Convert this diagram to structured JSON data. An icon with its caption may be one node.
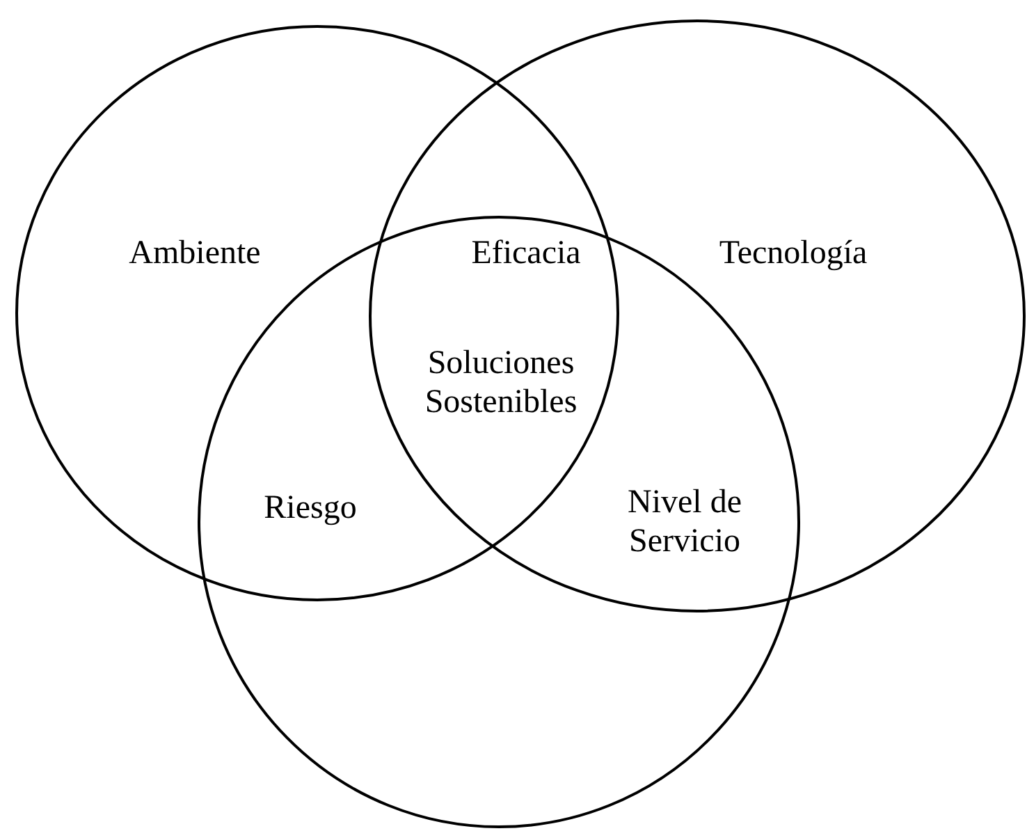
{
  "diagram": {
    "nodes": [
      {
        "text": [
          "Ambiente"
        ]
      },
      {
        "text": [
          "Tecnología"
        ]
      },
      {
        "text": [],
        "shape": "circle"
      }
    ],
    "labels": [
      "Eficacia",
      "Soluciones Sostenibles",
      "Riesgo",
      "Nivel de Servicio"
    ]
  }
}
